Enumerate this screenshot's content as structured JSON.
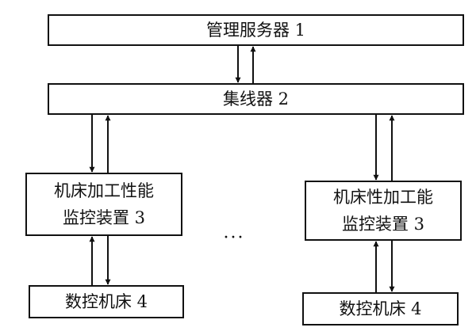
{
  "nodes": {
    "server": {
      "label": "管理服务器 1"
    },
    "hub": {
      "label": "集线器 2"
    },
    "monitor_left": {
      "label": "机床加工性能\n监控装置 3"
    },
    "monitor_right": {
      "label": "机床性加工能\n监控装置 3"
    },
    "cnc_left": {
      "label": "数控机床 4"
    },
    "cnc_right": {
      "label": "数控机床 4"
    }
  },
  "ellipsis": "···",
  "edges": [
    {
      "from": "server",
      "to": "hub",
      "direction": "bidirectional"
    },
    {
      "from": "hub",
      "to": "monitor_left",
      "direction": "bidirectional"
    },
    {
      "from": "hub",
      "to": "monitor_right",
      "direction": "bidirectional"
    },
    {
      "from": "monitor_left",
      "to": "cnc_left",
      "direction": "bidirectional"
    },
    {
      "from": "monitor_right",
      "to": "cnc_right",
      "direction": "bidirectional"
    }
  ],
  "colors": {
    "line": "#111111",
    "background": "#ffffff"
  }
}
